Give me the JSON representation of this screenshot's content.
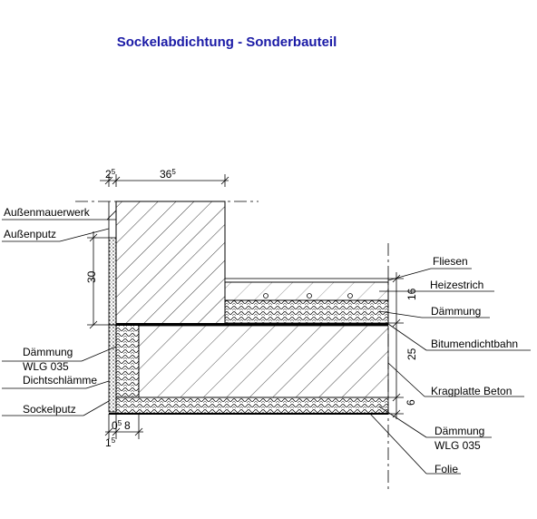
{
  "title": "Sockelabdichtung - Sonderbauteil",
  "labels": {
    "aussenmauerwerk": "Außenmauerwerk",
    "aussenputz": "Außenputz",
    "daemmung_left": "Dämmung",
    "wlg_left": "WLG 035",
    "dichtschlaemme": "Dichtschlämme",
    "sockelputz": "Sockelputz",
    "fliesen": "Fliesen",
    "heizestrich": "Heizestrich",
    "daemmung_right": "Dämmung",
    "bitumendichtbahn": "Bitumendichtbahn",
    "kragplatte": "Kragplatte Beton",
    "daemmung_bottom": "Dämmung",
    "wlg_bottom": "WLG 035",
    "folie": "Folie"
  },
  "dimensions": {
    "top_small": "2",
    "top_small_sup": "5",
    "top_wall": "36",
    "top_wall_sup": "5",
    "left_30": "30",
    "right_16": "16",
    "right_25": "25",
    "right_6": "6",
    "bottom_a": "0",
    "bottom_a_sup": "5",
    "bottom_b": "8",
    "bottom_c": "1",
    "bottom_c_sup": "5"
  }
}
